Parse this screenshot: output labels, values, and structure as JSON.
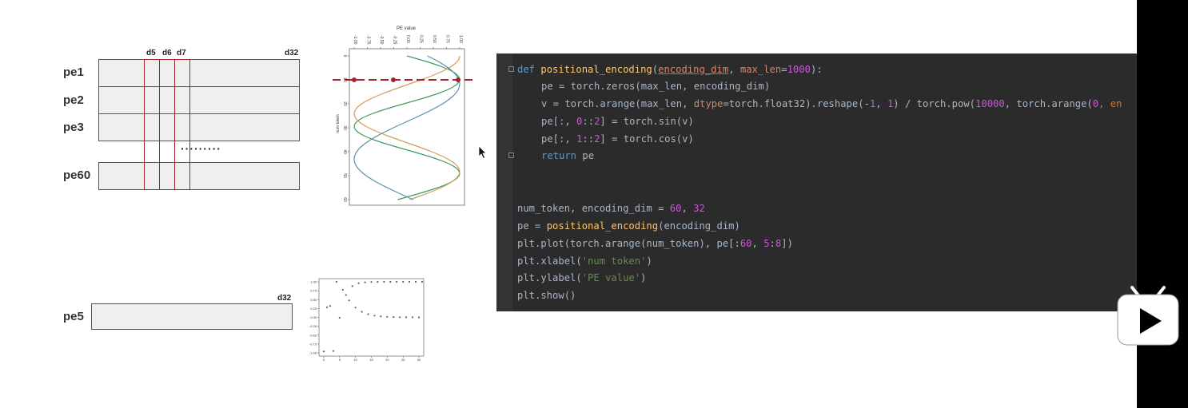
{
  "diagram_top": {
    "rows": [
      "pe1",
      "pe2",
      "pe3",
      "pe60"
    ],
    "cols": [
      "d5",
      "d6",
      "d7",
      "d32"
    ],
    "ellipsis": "·········"
  },
  "diagram_bottom": {
    "row": "pe5",
    "col": "d32"
  },
  "plot_top": {
    "x_title": "PE value",
    "x_ticks": [
      "-1.00",
      "-0.75",
      "-0.50",
      "-0.25",
      "0.00",
      "0.25",
      "0.50",
      "0.75",
      "1.00"
    ],
    "y_title": "num token",
    "y_ticks": [
      "0",
      "10",
      "20",
      "30",
      "40",
      "50",
      "60"
    ],
    "colors": [
      "#3e9c5f",
      "#d49a5a",
      "#5f8fa8"
    ]
  },
  "plot_bottom": {
    "y_ticks": [
      "1.00",
      "0.75",
      "0.50",
      "0.25",
      "0.00",
      "-0.25",
      "-0.50",
      "-0.75",
      "-1.00"
    ],
    "x_ticks": [
      "0",
      "5",
      "10",
      "15",
      "20",
      "25",
      "30"
    ],
    "point_color": "#3d6d8e"
  },
  "code": {
    "l1_def": "def",
    "l1_name": "positional_encoding",
    "l1_p1": "encoding_dim",
    "l1_p2": "max_len",
    "l1_v": "1000",
    "l1_end": "):",
    "l2": "pe = torch.zeros(max_len, encoding_dim)",
    "l3_a": "v = torch.arange(max_len, ",
    "l3_kw": "dtype",
    "l3_b": "=torch.float32).reshape(-",
    "l3_n1": "1",
    "l3_c": ", ",
    "l3_n2": "1",
    "l3_d": ") / torch.pow(",
    "l3_n3": "10000",
    "l3_e": ", torch.arange(",
    "l3_n4": "0",
    "l3_f": ", en",
    "l4_a": "pe[:, ",
    "l4_n1": "0",
    "l4_b": "::",
    "l4_n2": "2",
    "l4_c": "] = torch.sin(v)",
    "l5_a": "pe[:, ",
    "l5_n1": "1",
    "l5_b": "::",
    "l5_n2": "2",
    "l5_c": "] = torch.cos(v)",
    "l6_kw": "return",
    "l6_b": " pe",
    "l7_a": "num_token, encoding_dim = ",
    "l7_n1": "60",
    "l7_b": ", ",
    "l7_n2": "32",
    "l8_a": "pe = ",
    "l8_fn": "positional_encoding",
    "l8_b": "(encoding_dim)",
    "l9_a": "plt.plot(torch.arange(num_token), pe[:",
    "l9_n1": "60",
    "l9_b": ", ",
    "l9_n2": "5",
    "l9_c": ":",
    "l9_n3": "8",
    "l9_d": "])",
    "l10_a": "plt.xlabel(",
    "l10_s": "'num token'",
    "l10_b": ")",
    "l11_a": "plt.ylabel(",
    "l11_s": "'PE value'",
    "l11_b": ")",
    "l12": "plt.show()"
  },
  "accent_red": "#a8222c"
}
